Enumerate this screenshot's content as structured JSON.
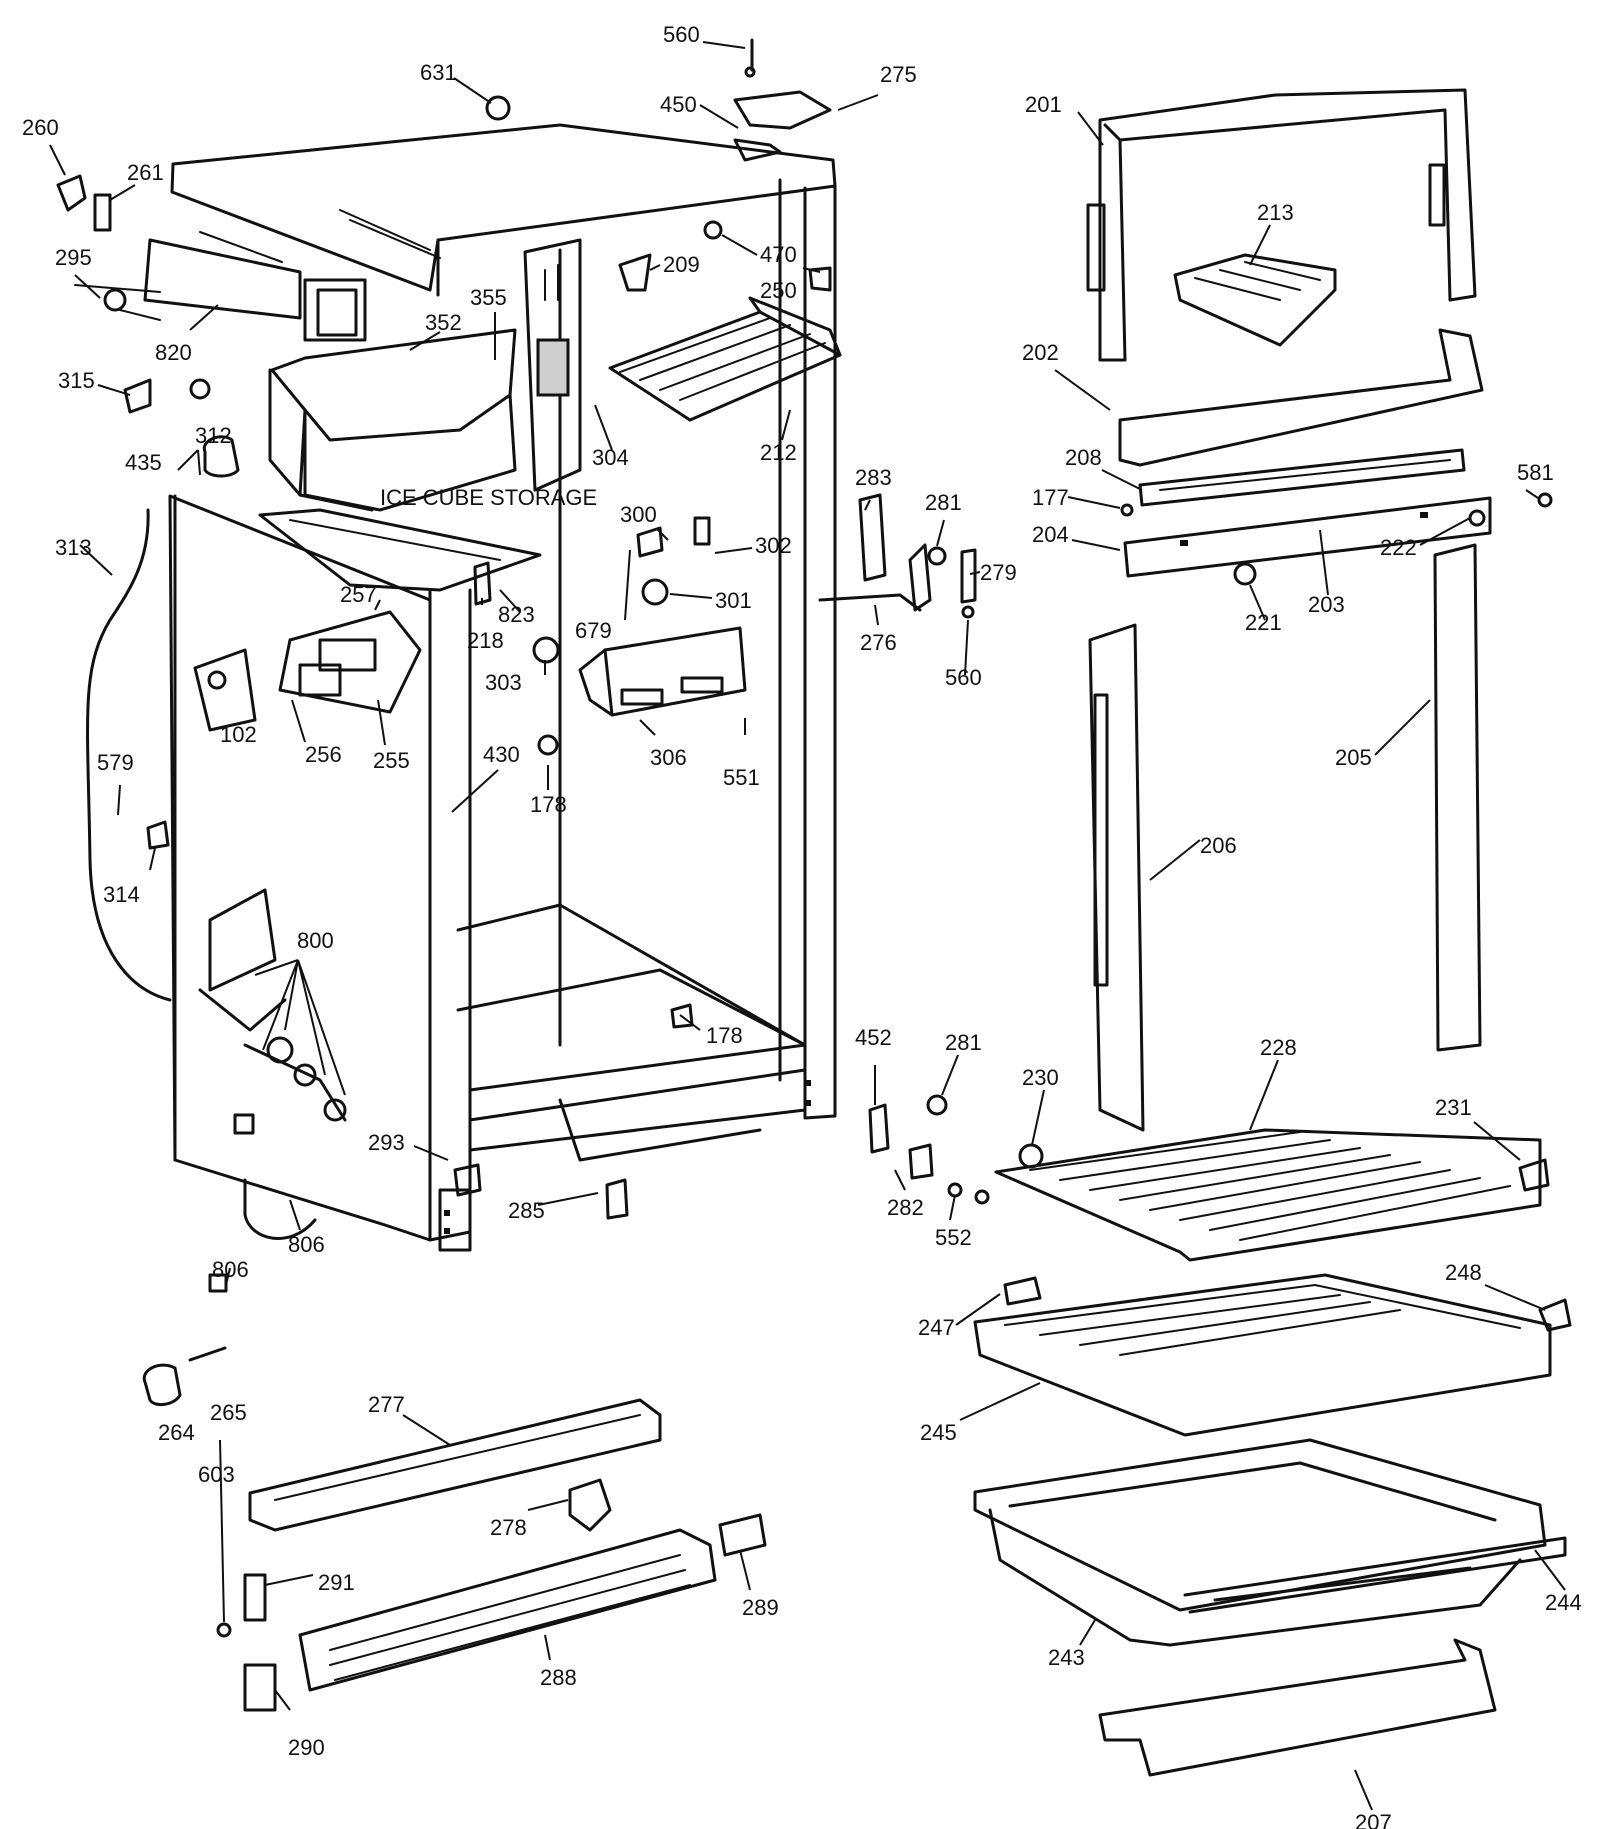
{
  "parts": [
    {
      "id": "p631",
      "label": "631"
    },
    {
      "id": "p560a",
      "label": "560"
    },
    {
      "id": "p450",
      "label": "450"
    },
    {
      "id": "p275",
      "label": "275"
    },
    {
      "id": "p260",
      "label": "260"
    },
    {
      "id": "p261",
      "label": "261"
    },
    {
      "id": "p295",
      "label": "295"
    },
    {
      "id": "p820",
      "label": "820"
    },
    {
      "id": "p355",
      "label": "355"
    },
    {
      "id": "p352",
      "label": "352"
    },
    {
      "id": "p315",
      "label": "315"
    },
    {
      "id": "p312",
      "label": "312"
    },
    {
      "id": "p435",
      "label": "435"
    },
    {
      "id": "p313",
      "label": "313"
    },
    {
      "id": "p209",
      "label": "209"
    },
    {
      "id": "p470",
      "label": "470"
    },
    {
      "id": "p250",
      "label": "250"
    },
    {
      "id": "p304",
      "label": "304"
    },
    {
      "id": "p212",
      "label": "212"
    },
    {
      "id": "p300",
      "label": "300"
    },
    {
      "id": "p302",
      "label": "302"
    },
    {
      "id": "p301",
      "label": "301"
    },
    {
      "id": "p679",
      "label": "679"
    },
    {
      "id": "p257",
      "label": "257"
    },
    {
      "id": "p823",
      "label": "823"
    },
    {
      "id": "p218",
      "label": "218"
    },
    {
      "id": "p303",
      "label": "303"
    },
    {
      "id": "p102",
      "label": "102"
    },
    {
      "id": "p256",
      "label": "256"
    },
    {
      "id": "p255",
      "label": "255"
    },
    {
      "id": "p306",
      "label": "306"
    },
    {
      "id": "p551",
      "label": "551"
    },
    {
      "id": "p430",
      "label": "430"
    },
    {
      "id": "p178a",
      "label": "178"
    },
    {
      "id": "p579",
      "label": "579"
    },
    {
      "id": "p314",
      "label": "314"
    },
    {
      "id": "p800",
      "label": "800"
    },
    {
      "id": "p178b",
      "label": "178"
    },
    {
      "id": "p293",
      "label": "293"
    },
    {
      "id": "p285",
      "label": "285"
    },
    {
      "id": "p806a",
      "label": "806"
    },
    {
      "id": "p806b",
      "label": "806"
    },
    {
      "id": "p283",
      "label": "283"
    },
    {
      "id": "p281a",
      "label": "281"
    },
    {
      "id": "p279",
      "label": "279"
    },
    {
      "id": "p276",
      "label": "276"
    },
    {
      "id": "p560b",
      "label": "560"
    },
    {
      "id": "p452",
      "label": "452"
    },
    {
      "id": "p281b",
      "label": "281"
    },
    {
      "id": "p282",
      "label": "282"
    },
    {
      "id": "p552",
      "label": "552"
    },
    {
      "id": "p201",
      "label": "201"
    },
    {
      "id": "p213",
      "label": "213"
    },
    {
      "id": "p202",
      "label": "202"
    },
    {
      "id": "p208",
      "label": "208"
    },
    {
      "id": "p177",
      "label": "177"
    },
    {
      "id": "p204",
      "label": "204"
    },
    {
      "id": "p581",
      "label": "581"
    },
    {
      "id": "p222",
      "label": "222"
    },
    {
      "id": "p203",
      "label": "203"
    },
    {
      "id": "p221",
      "label": "221"
    },
    {
      "id": "p205",
      "label": "205"
    },
    {
      "id": "p206",
      "label": "206"
    },
    {
      "id": "p228",
      "label": "228"
    },
    {
      "id": "p230",
      "label": "230"
    },
    {
      "id": "p231",
      "label": "231"
    },
    {
      "id": "p248",
      "label": "248"
    },
    {
      "id": "p247",
      "label": "247"
    },
    {
      "id": "p245",
      "label": "245"
    },
    {
      "id": "p243",
      "label": "243"
    },
    {
      "id": "p244",
      "label": "244"
    },
    {
      "id": "p207",
      "label": "207"
    },
    {
      "id": "p264",
      "label": "264"
    },
    {
      "id": "p265",
      "label": "265"
    },
    {
      "id": "p277",
      "label": "277"
    },
    {
      "id": "p603",
      "label": "603"
    },
    {
      "id": "p278",
      "label": "278"
    },
    {
      "id": "p291",
      "label": "291"
    },
    {
      "id": "p289",
      "label": "289"
    },
    {
      "id": "p288",
      "label": "288"
    },
    {
      "id": "p290",
      "label": "290"
    }
  ],
  "ice_tray_text": "ICE CUBE STORAGE"
}
